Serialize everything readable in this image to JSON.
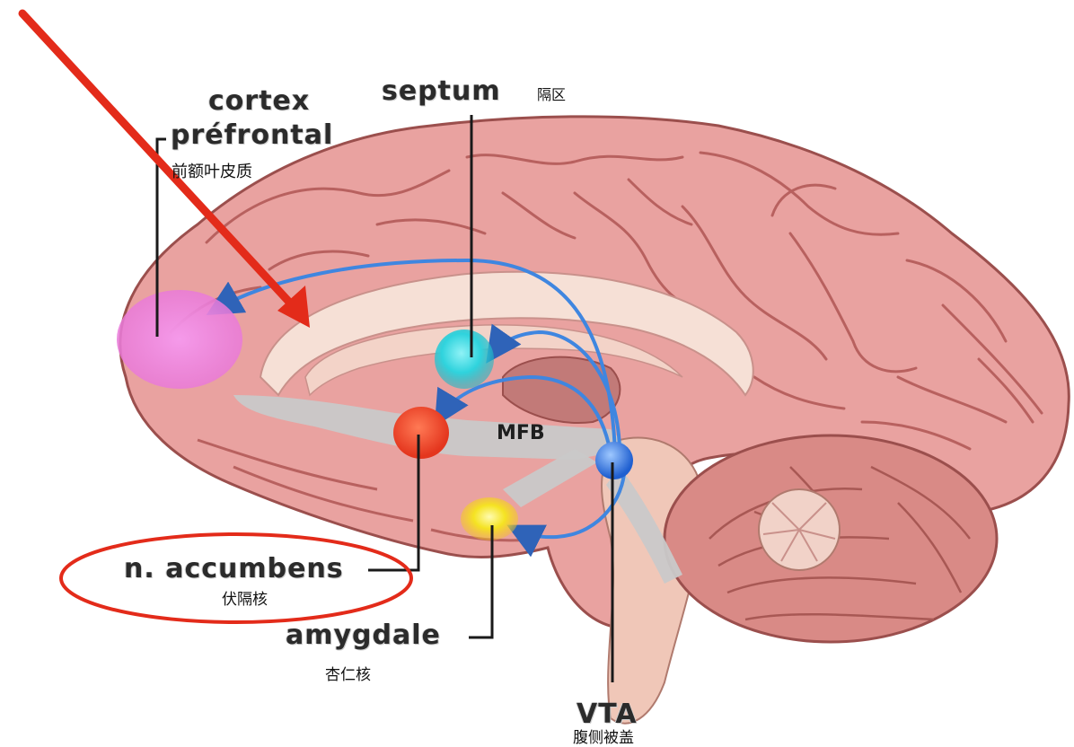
{
  "labels": {
    "cortex_line1": "cortex",
    "cortex_line2": "préfrontal",
    "cortex_cn": "前额叶皮质",
    "septum": "septum",
    "septum_cn": "隔区",
    "mfb": "MFB",
    "accumbens": "n. accumbens",
    "accumbens_cn": "伏隔核",
    "amygdale": "amygdale",
    "amygdale_cn": "杏仁核",
    "vta": "VTA",
    "vta_cn": "腹侧被盖"
  },
  "colors": {
    "brain_tissue": "#e9a2a0",
    "gyri_lines": "#b8615f",
    "brainstem": "#f0c7b8",
    "cerebellum": "#d98a86",
    "prefrontal_cortex": "#ec7ddc",
    "septum": "#2fd3dd",
    "nucleus_accumbens": "#f24a2c",
    "amygdala": "#f5e322",
    "vta": "#2c6fe0",
    "pathways": "#3f86e0",
    "mfb_bundle": "#c9c9c9",
    "annotation_red": "#e32b1a"
  },
  "annotations": [
    "red-arrow",
    "red-ellipse-around-accumbens"
  ]
}
